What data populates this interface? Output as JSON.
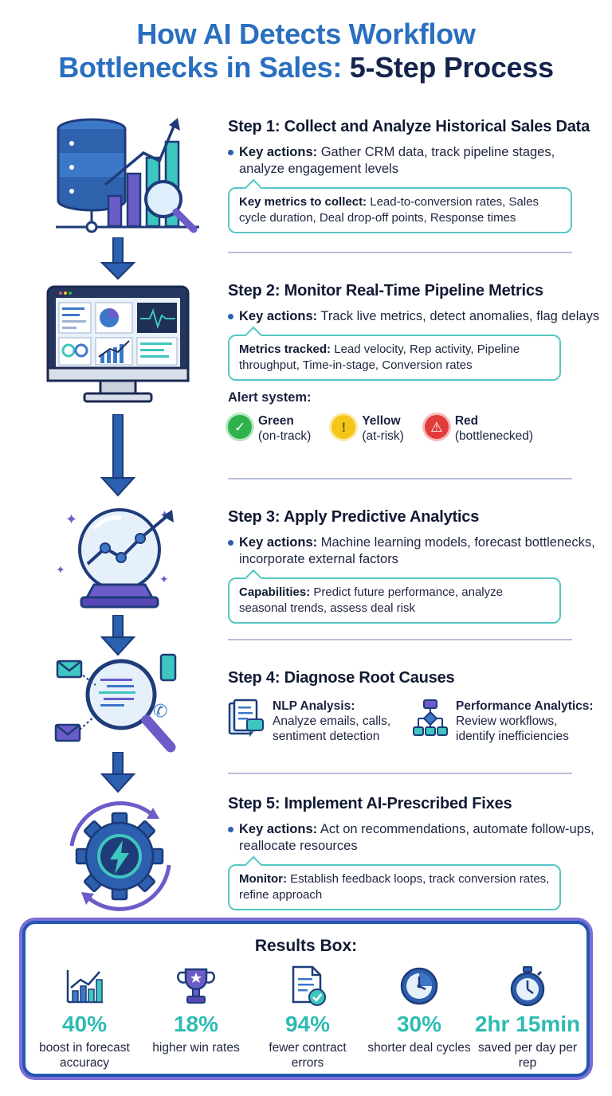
{
  "title": {
    "line1": "How AI Detects Workflow",
    "line2_blue": "Bottlenecks in Sales:",
    "line2_dark": "5-Step Process"
  },
  "steps": [
    {
      "title": "Step 1: Collect and Analyze Historical Sales Data",
      "bullet_label": "Key actions:",
      "bullet_text": "Gather CRM data, track pipeline stages, analyze engagement levels",
      "box_label": "Key metrics to collect:",
      "box_text": "Lead-to-conversion rates, Sales cycle duration, Deal drop-off points, Response times"
    },
    {
      "title": "Step 2: Monitor Real-Time Pipeline Metrics",
      "bullet_label": "Key actions:",
      "bullet_text": "Track live metrics, detect anomalies, flag delays",
      "box_label": "Metrics tracked:",
      "box_text": "Lead velocity, Rep activity, Pipeline throughput, Time-in-stage, Conversion rates",
      "alert_title": "Alert system:",
      "alerts": [
        {
          "name": "Green",
          "desc": "(on-track)",
          "color": "#2fb24c"
        },
        {
          "name": "Yellow",
          "desc": "(at-risk)",
          "color": "#f5c518"
        },
        {
          "name": "Red",
          "desc": "(bottlenecked)",
          "color": "#e23b3b"
        }
      ]
    },
    {
      "title": "Step 3: Apply Predictive Analytics",
      "bullet_label": "Key actions:",
      "bullet_text": "Machine learning models, forecast bottlenecks, incorporate external factors",
      "box_label": "Capabilities:",
      "box_text": "Predict future performance, analyze seasonal trends, assess deal risk"
    },
    {
      "title": "Step 4: Diagnose Root Causes",
      "nlp_label": "NLP Analysis:",
      "nlp_text": "Analyze emails, calls, sentiment detection",
      "perf_label": "Performance Analytics:",
      "perf_text": "Review workflows, identify inefficiencies"
    },
    {
      "title": "Step 5: Implement AI-Prescribed Fixes",
      "bullet_label": "Key actions:",
      "bullet_text": "Act on recommendations, automate follow-ups, reallocate resources",
      "box_label": "Monitor:",
      "box_text": "Establish feedback loops, track conversion rates, refine approach"
    }
  ],
  "results": {
    "title": "Results Box:",
    "stats": [
      {
        "value": "40%",
        "label": "boost in forecast accuracy",
        "icon": "bar-chart-icon"
      },
      {
        "value": "18%",
        "label": "higher win rates",
        "icon": "trophy-icon"
      },
      {
        "value": "94%",
        "label": "fewer contract errors",
        "icon": "document-check-icon"
      },
      {
        "value": "30%",
        "label": "shorter deal cycles",
        "icon": "clock-icon"
      },
      {
        "value": "2hr 15min",
        "label": "saved per day per rep",
        "icon": "stopwatch-icon"
      }
    ]
  },
  "colors": {
    "title_blue": "#2a6fbf",
    "title_dark": "#15244d",
    "accent_teal": "#2fbbb3",
    "border_teal": "#56c7c3",
    "navy": "#2456b3",
    "purple": "#7b6fd6"
  }
}
